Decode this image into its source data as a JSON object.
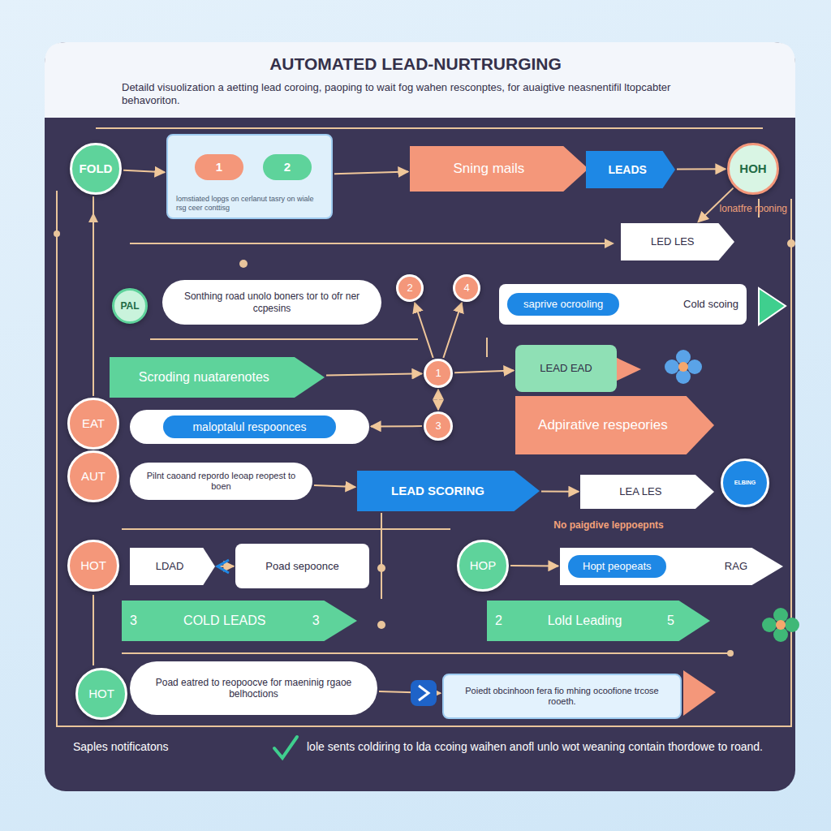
{
  "diagram": {
    "title": "AUTOMATED LEAD-NURTRURGING",
    "caption": "lole sents coldiring to lda ccoing waihen anofl unlo wot weaning contain thordowe to roand.",
    "nodes": [
      {
        "text": [
          "FOLD"
        ]
      },
      {
        "text": [
          "lomstiated lopgs on cerlanut tasry on wiale rsg ceer conttisg"
        ]
      },
      {
        "text": [
          "1"
        ],
        "in": 1
      },
      {
        "text": [
          "2"
        ],
        "in": 1
      },
      {
        "text": [
          "Sning mails"
        ]
      },
      {
        "text": [
          "LEADS"
        ]
      },
      {
        "text": [
          "HOH"
        ]
      },
      {
        "text": [
          "LED LES"
        ]
      },
      {
        "text": [
          "2"
        ]
      },
      {
        "text": [
          "4"
        ]
      },
      {
        "text": [
          "PAL"
        ]
      },
      {
        "text": [
          "Sonthing road unolo boners tor to ofr ner ccpesins"
        ]
      },
      {
        "text": [
          "saprive ocrooling",
          "Cold scoing"
        ]
      },
      {
        "text": [
          "Scroding nuatarenotes"
        ]
      },
      {
        "text": [
          "1"
        ]
      },
      {
        "text": [
          "LEAD EAD"
        ]
      },
      {
        "text": [
          "Adpirative respeories"
        ]
      },
      {
        "text": [
          "EAT"
        ]
      },
      {
        "text": [
          "maloptalul respoonces"
        ]
      },
      {
        "text": [
          "3"
        ]
      },
      {
        "text": [
          "AUT"
        ]
      },
      {
        "text": [
          "Pilnt caoand repordo leoap reopest to boen"
        ]
      },
      {
        "text": [
          "LEAD SCORING"
        ]
      },
      {
        "text": [
          "LEA LES"
        ]
      },
      {
        "text": [
          "ELBING"
        ]
      },
      {
        "text": [
          "HOT"
        ]
      },
      {
        "text": [
          "LDAD"
        ]
      },
      {
        "text": [
          "Poad sepoonce"
        ]
      },
      {
        "text": [
          "HOP"
        ]
      },
      {
        "text": [
          "Hopt peopeats",
          "RAG"
        ]
      },
      {
        "text": [
          "3",
          "COLD LEADS",
          "3"
        ]
      },
      {
        "text": [
          "2",
          "Lold Leading",
          "5"
        ]
      },
      {
        "text": [
          "HOT"
        ]
      },
      {
        "text": [
          "Poad eatred to reopoocve for maeninig rgaoe belhoctions"
        ]
      },
      {
        "text": [
          "Poiedt obcinhoon fera fio mhing ocoofione trcose rooeth."
        ]
      }
    ],
    "edges": [
      {
        "from": 0,
        "to": 1,
        "arrow": "to"
      },
      {
        "from": 1,
        "to": 4,
        "arrow": "to"
      },
      {
        "from": 5,
        "to": 6,
        "arrow": "to"
      },
      {
        "from": 6,
        "to": 7,
        "arrow": "to"
      },
      {
        "from": 13,
        "to": 14,
        "arrow": "to"
      },
      {
        "from": 14,
        "to": 8,
        "arrow": "to"
      },
      {
        "from": 14,
        "to": 9,
        "arrow": "to"
      },
      {
        "from": 14,
        "to": 15,
        "arrow": "to"
      },
      {
        "from": 14,
        "to": 19,
        "arrow": "both"
      },
      {
        "from": 19,
        "to": 18,
        "arrow": "to"
      },
      {
        "from": 21,
        "to": 22,
        "arrow": "to"
      },
      {
        "from": 22,
        "to": 23,
        "arrow": "to"
      },
      {
        "from": 26,
        "to": 27,
        "arrow": "to"
      },
      {
        "from": 28,
        "to": 29,
        "arrow": "to"
      },
      {
        "from": 33,
        "to": 34,
        "arrow": "to"
      }
    ],
    "labels": [
      "Detaild visuolization a aetting lead coroing, paoping to wait fog wahen resconptes, for auaigtive neasnentifil ltopcabter behavoriton.",
      "lonatfre rponing",
      "No paigdive leppoepnts",
      "Saples notificatons"
    ]
  }
}
